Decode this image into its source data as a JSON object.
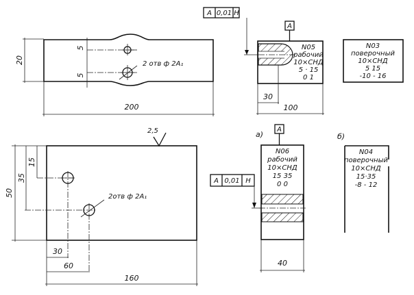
{
  "drawing": {
    "top_part": {
      "dim_height": "20",
      "dim_hole_upper": "5",
      "dim_hole_lower": "5",
      "dim_length": "200",
      "hole_note": "2 отв ф 2A₁"
    },
    "tolerance_frame_top": {
      "datum": "A",
      "value": "0,01",
      "ref": "H"
    },
    "datum_top": "A",
    "gauge_top": {
      "id": "N05",
      "type": "рабочий",
      "spec": "10×СНД",
      "range": "5 · 15",
      "offsets": "0 1",
      "dim_depth": "30",
      "dim_width": "100"
    },
    "gauge_check_top": {
      "id": "N03",
      "type": "поверочный",
      "spec": "10×СНД",
      "range": "5  15",
      "offsets": "-10 - 16"
    },
    "bottom_part": {
      "roughness": "2,5",
      "dim_height": "50",
      "dim_35": "35",
      "dim_15": "15",
      "dim_30": "30",
      "dim_60": "60",
      "dim_length": "160",
      "hole_note": "2отв ф 2A₁"
    },
    "view_a_label": "а)",
    "view_b_label": "б)",
    "datum_bottom": "A",
    "tolerance_frame_bottom": {
      "datum": "A",
      "value": "0,01",
      "ref": "H"
    },
    "gauge_a": {
      "id": "N06",
      "type": "рабочий",
      "spec": "10×СНД",
      "range": "15 35",
      "offsets": "0 0",
      "dim_width": "40"
    },
    "gauge_b": {
      "id": "N04",
      "type": "поверочный",
      "spec": "10×СНД",
      "range": "15·35",
      "offsets": "-8 - 12"
    }
  }
}
